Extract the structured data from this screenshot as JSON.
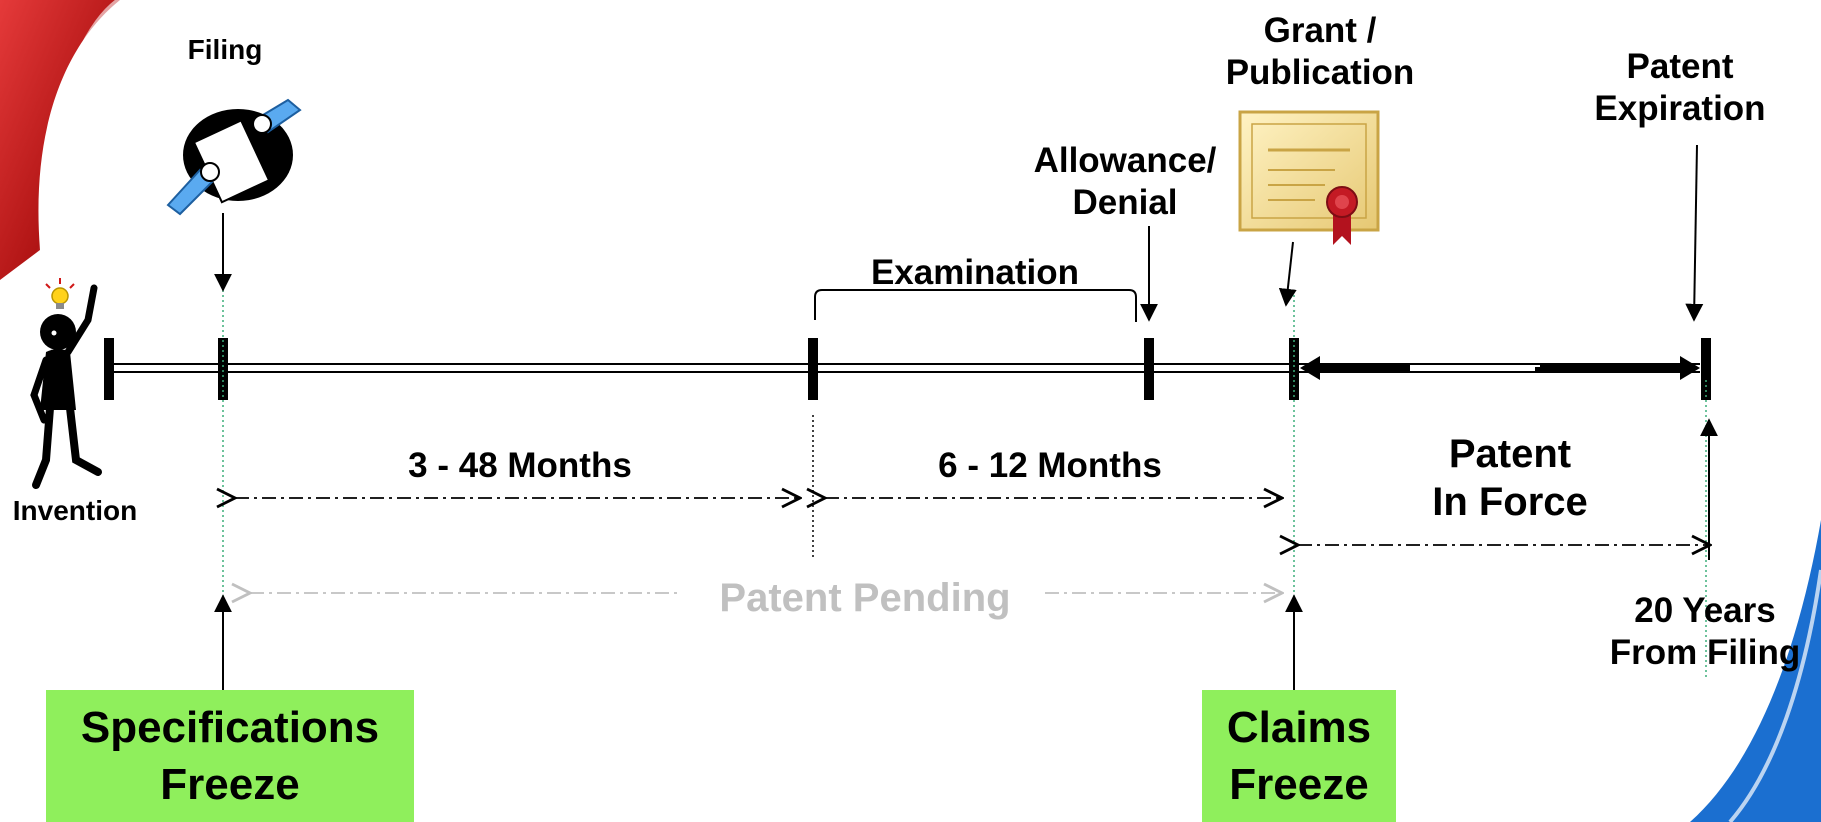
{
  "diagram": {
    "milestones": {
      "invention": "Invention",
      "filing": "Filing",
      "allowance": "Allowance/\nDenial",
      "grant": "Grant /\nPublication",
      "expiration": "Patent\nExpiration"
    },
    "phases": {
      "examination": "Examination",
      "first_period": "3 - 48 Months",
      "second_period": "6 - 12 Months",
      "patent_pending": "Patent Pending",
      "in_force": "Patent\nIn Force",
      "term": "20 Years\nFrom Filing"
    },
    "freezes": {
      "specifications": "Specifications\nFreeze",
      "claims": "Claims\nFreeze"
    },
    "colors": {
      "freeze_box": "#8fef5c",
      "pending_text": "#c0c0c0",
      "guide_line": "#3cae7a",
      "swoosh": "#cc1f1f"
    },
    "icons": [
      "swoosh-decoration",
      "inventor-icon",
      "lightbulb-icon",
      "handshake-document-icon",
      "certificate-icon",
      "corner-swoosh-decoration"
    ]
  }
}
